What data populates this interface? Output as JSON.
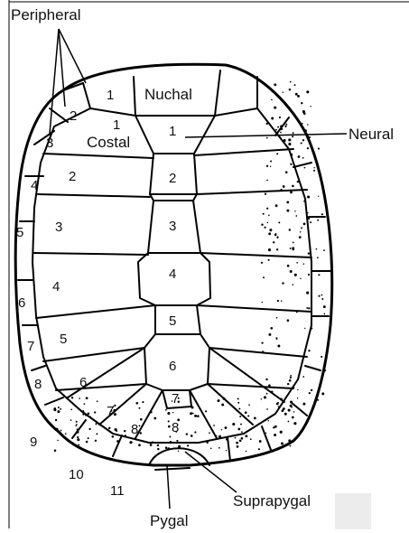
{
  "labels": {
    "peripheral": "Peripheral",
    "nuchal": "Nuchal",
    "costal": "Costal",
    "neural": "Neural",
    "suprapygal": "Suprapygal",
    "pygal": "Pygal"
  },
  "neural_numbers": [
    "1",
    "2",
    "3",
    "4",
    "5",
    "6",
    "7",
    "8"
  ],
  "costal_numbers": [
    "1",
    "2",
    "3",
    "4",
    "5",
    "6",
    "7",
    "8"
  ],
  "peripheral_numbers": [
    "1",
    "2",
    "3",
    "4",
    "5",
    "6",
    "7",
    "8",
    "9",
    "10",
    "11"
  ]
}
